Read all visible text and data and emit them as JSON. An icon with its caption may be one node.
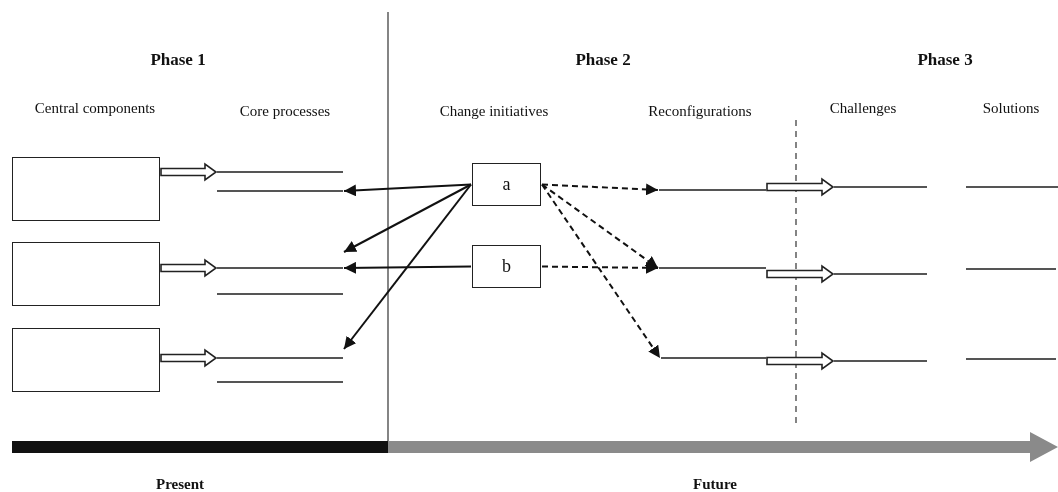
{
  "diagram": {
    "nodes": [
      {
        "text": [],
        "shape": "box"
      },
      {
        "text": [],
        "shape": "box"
      },
      {
        "text": [],
        "shape": "box"
      },
      {
        "text": [],
        "shape": "line"
      },
      {
        "text": [],
        "shape": "line"
      },
      {
        "text": [],
        "shape": "line"
      },
      {
        "text": [],
        "shape": "line"
      },
      {
        "text": [],
        "shape": "line"
      },
      {
        "text": [],
        "shape": "line"
      },
      {
        "text": [
          "a"
        ]
      },
      {
        "text": [
          "b"
        ]
      },
      {
        "text": [],
        "shape": "line"
      },
      {
        "text": [],
        "shape": "line"
      },
      {
        "text": [],
        "shape": "line"
      },
      {
        "text": [],
        "shape": "line"
      },
      {
        "text": [],
        "shape": "line"
      },
      {
        "text": [],
        "shape": "line"
      },
      {
        "text": [],
        "shape": "line"
      },
      {
        "text": [],
        "shape": "line"
      },
      {
        "text": [],
        "shape": "line"
      }
    ],
    "edges": [
      {
        "from": 0,
        "to": 3,
        "arrow": "to",
        "style": "thick"
      },
      {
        "from": 1,
        "to": 5,
        "arrow": "to",
        "style": "thick"
      },
      {
        "from": 2,
        "to": 7,
        "arrow": "to",
        "style": "thick"
      },
      {
        "from": 9,
        "to": 4,
        "arrow": "to"
      },
      {
        "from": 9,
        "to": 5,
        "arrow": "to"
      },
      {
        "from": 9,
        "to": 7,
        "arrow": "to"
      },
      {
        "from": 10,
        "to": 5,
        "arrow": "to"
      },
      {
        "from": 9,
        "to": 11,
        "arrow": "to",
        "style": "dashed"
      },
      {
        "from": 9,
        "to": 12,
        "arrow": "to",
        "style": "dashed"
      },
      {
        "from": 9,
        "to": 13,
        "arrow": "to",
        "style": "dashed"
      },
      {
        "from": 10,
        "to": 12,
        "arrow": "to",
        "style": "dashed"
      },
      {
        "from": 11,
        "to": 14,
        "arrow": "to",
        "style": "thick"
      },
      {
        "from": 12,
        "to": 15,
        "arrow": "to",
        "style": "thick"
      },
      {
        "from": 13,
        "to": 16,
        "arrow": "to",
        "style": "thick"
      }
    ],
    "labels": [
      "Phase 1",
      "Phase 2",
      "Phase 3",
      "Central components",
      "Core processes",
      "Change initiatives",
      "Reconfigurations",
      "Challenges",
      "Solutions",
      "Present",
      "Future"
    ]
  }
}
